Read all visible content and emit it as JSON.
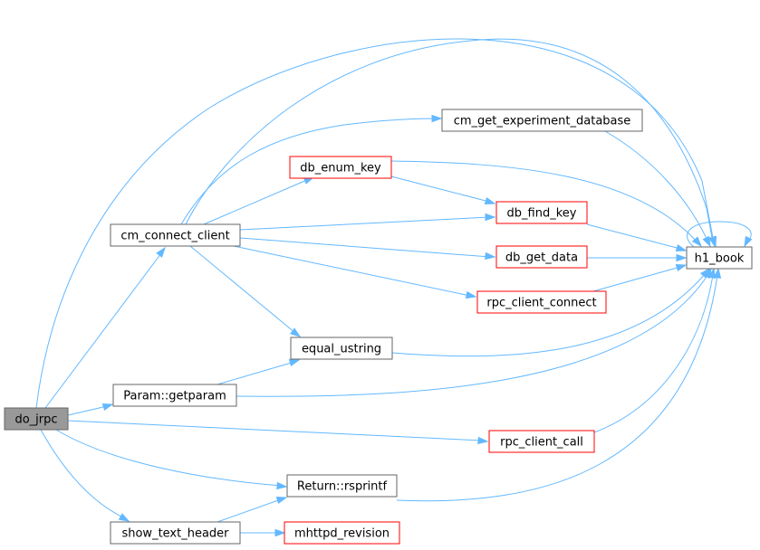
{
  "colors": {
    "edge": "#63b8ff",
    "border_normal": "#666666",
    "border_red": "#ff0000",
    "fill_normal": "#ffffff",
    "fill_focus": "#999999"
  },
  "nodes": [
    {
      "id": "do_jrpc",
      "label": "do_jrpc",
      "style": "focus"
    },
    {
      "id": "cm_connect_client",
      "label": "cm_connect_client",
      "style": "normal"
    },
    {
      "id": "Param_getparam",
      "label": "Param::getparam",
      "style": "normal"
    },
    {
      "id": "show_text_header",
      "label": "show_text_header",
      "style": "normal"
    },
    {
      "id": "cm_get_experiment_database",
      "label": "cm_get_experiment_database",
      "style": "normal"
    },
    {
      "id": "db_enum_key",
      "label": "db_enum_key",
      "style": "red"
    },
    {
      "id": "db_find_key",
      "label": "db_find_key",
      "style": "red"
    },
    {
      "id": "db_get_data",
      "label": "db_get_data",
      "style": "red"
    },
    {
      "id": "rpc_client_connect",
      "label": "rpc_client_connect",
      "style": "red"
    },
    {
      "id": "equal_ustring",
      "label": "equal_ustring",
      "style": "normal"
    },
    {
      "id": "rpc_client_call",
      "label": "rpc_client_call",
      "style": "red"
    },
    {
      "id": "Return_rsprintf",
      "label": "Return::rsprintf",
      "style": "normal"
    },
    {
      "id": "mhttpd_revision",
      "label": "mhttpd_revision",
      "style": "red"
    },
    {
      "id": "h1_book",
      "label": "h1_book",
      "style": "normal"
    }
  ],
  "edges": [
    {
      "from": "do_jrpc",
      "to": "h1_book"
    },
    {
      "from": "do_jrpc",
      "to": "cm_connect_client"
    },
    {
      "from": "do_jrpc",
      "to": "Param_getparam"
    },
    {
      "from": "do_jrpc",
      "to": "rpc_client_call"
    },
    {
      "from": "do_jrpc",
      "to": "Return_rsprintf"
    },
    {
      "from": "do_jrpc",
      "to": "show_text_header"
    },
    {
      "from": "cm_connect_client",
      "to": "h1_book"
    },
    {
      "from": "cm_connect_client",
      "to": "cm_get_experiment_database"
    },
    {
      "from": "cm_connect_client",
      "to": "db_enum_key"
    },
    {
      "from": "cm_connect_client",
      "to": "db_find_key"
    },
    {
      "from": "cm_connect_client",
      "to": "db_get_data"
    },
    {
      "from": "cm_connect_client",
      "to": "rpc_client_connect"
    },
    {
      "from": "cm_connect_client",
      "to": "equal_ustring"
    },
    {
      "from": "cm_get_experiment_database",
      "to": "h1_book"
    },
    {
      "from": "db_enum_key",
      "to": "db_find_key"
    },
    {
      "from": "db_enum_key",
      "to": "h1_book"
    },
    {
      "from": "db_find_key",
      "to": "h1_book"
    },
    {
      "from": "db_get_data",
      "to": "h1_book"
    },
    {
      "from": "rpc_client_connect",
      "to": "h1_book"
    },
    {
      "from": "equal_ustring",
      "to": "h1_book"
    },
    {
      "from": "Param_getparam",
      "to": "equal_ustring"
    },
    {
      "from": "Param_getparam",
      "to": "h1_book"
    },
    {
      "from": "rpc_client_call",
      "to": "h1_book"
    },
    {
      "from": "Return_rsprintf",
      "to": "h1_book"
    },
    {
      "from": "show_text_header",
      "to": "Return_rsprintf"
    },
    {
      "from": "show_text_header",
      "to": "mhttpd_revision"
    },
    {
      "from": "h1_book",
      "to": "h1_book"
    }
  ]
}
